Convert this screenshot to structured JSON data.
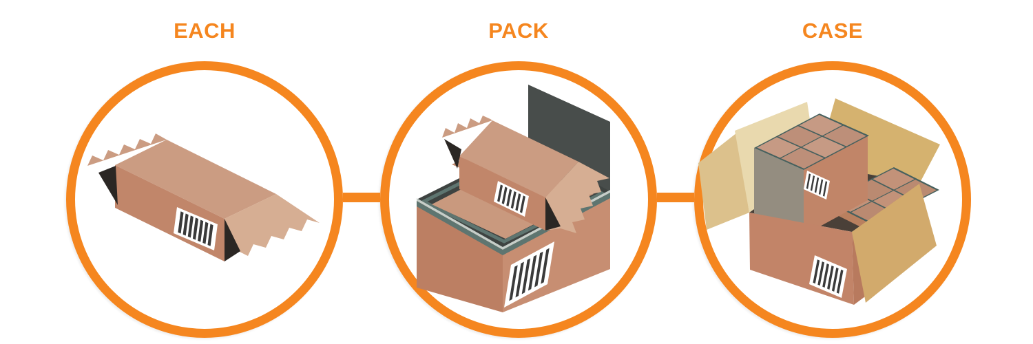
{
  "page": {
    "background": "#FFFFFF"
  },
  "stages": [
    {
      "id": "each",
      "label": "EACH",
      "icon": "wrapped-item-illustration"
    },
    {
      "id": "pack",
      "label": "PACK",
      "icon": "open-pack-illustration"
    },
    {
      "id": "case",
      "label": "CASE",
      "icon": "open-case-illustration"
    }
  ],
  "connectors": [
    {
      "id": "each-pack",
      "between": [
        "each",
        "pack"
      ]
    },
    {
      "id": "pack-case",
      "between": [
        "pack",
        "case"
      ]
    }
  ],
  "colors": {
    "accent_orange": "#F5861F",
    "wrapper_top": "#CB9C82",
    "wrapper_front": "#C1866A",
    "wrapper_crimp": "#D6AE93",
    "wrapper_end_black": "#2B2724",
    "barcode_bar": "#3A3A3A",
    "barcode_bg": "#FFFFFF",
    "pack_lid_gray": "#484D4B",
    "pack_interior_dark": "#3E4341",
    "pack_rim_teal": "#5E7570",
    "case_flap_pale": "#E9D9AE",
    "case_flap_tan": "#D5B26F",
    "case_flap_kraft": "#D2AA6C",
    "case_front": "#C28468",
    "grid_line_teal": "#46605E"
  }
}
